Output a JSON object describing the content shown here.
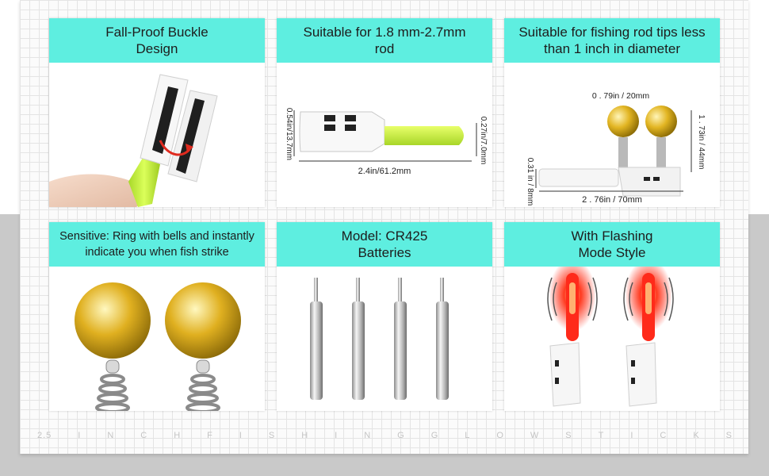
{
  "panels": [
    {
      "title": "Fall-Proof Buckle\nDesign",
      "text_size": "normal"
    },
    {
      "title": "Suitable for 1.8 mm-2.7mm\nrod",
      "text_size": "normal",
      "dims": {
        "height": "0.54in/13.7mm",
        "diameter": "0.27in/7.0mm",
        "length": "2.4in/61.2mm"
      }
    },
    {
      "title": "Suitable for fishing rod tips less\nthan 1 inch in diameter",
      "text_size": "normal",
      "dims": {
        "spacing": "0 . 79in / 20mm",
        "height": "1 . 73in / 44mm",
        "thickness": "0.31 in / 8mm",
        "length": "2 . 76in / 70mm"
      }
    },
    {
      "title": "Sensitive: Ring with bells and instantly\nindicate you when fish strike",
      "text_size": "small"
    },
    {
      "title": "Model: CR425\nBatteries",
      "text_size": "normal"
    },
    {
      "title": "With Flashing\nMode Style",
      "text_size": "normal"
    }
  ],
  "footer_letters": [
    "2.5",
    "I",
    "N",
    "C",
    "H",
    "F",
    "I",
    "S",
    "H",
    "I",
    "N",
    "G",
    "G",
    "L",
    "O",
    "W",
    "S",
    "T",
    "I",
    "C",
    "K",
    "S"
  ],
  "colors": {
    "header": "#5eeee0",
    "glow_green": "#c8f23a",
    "glow_red": "#ff2a1a",
    "gold": "#d9a814"
  }
}
